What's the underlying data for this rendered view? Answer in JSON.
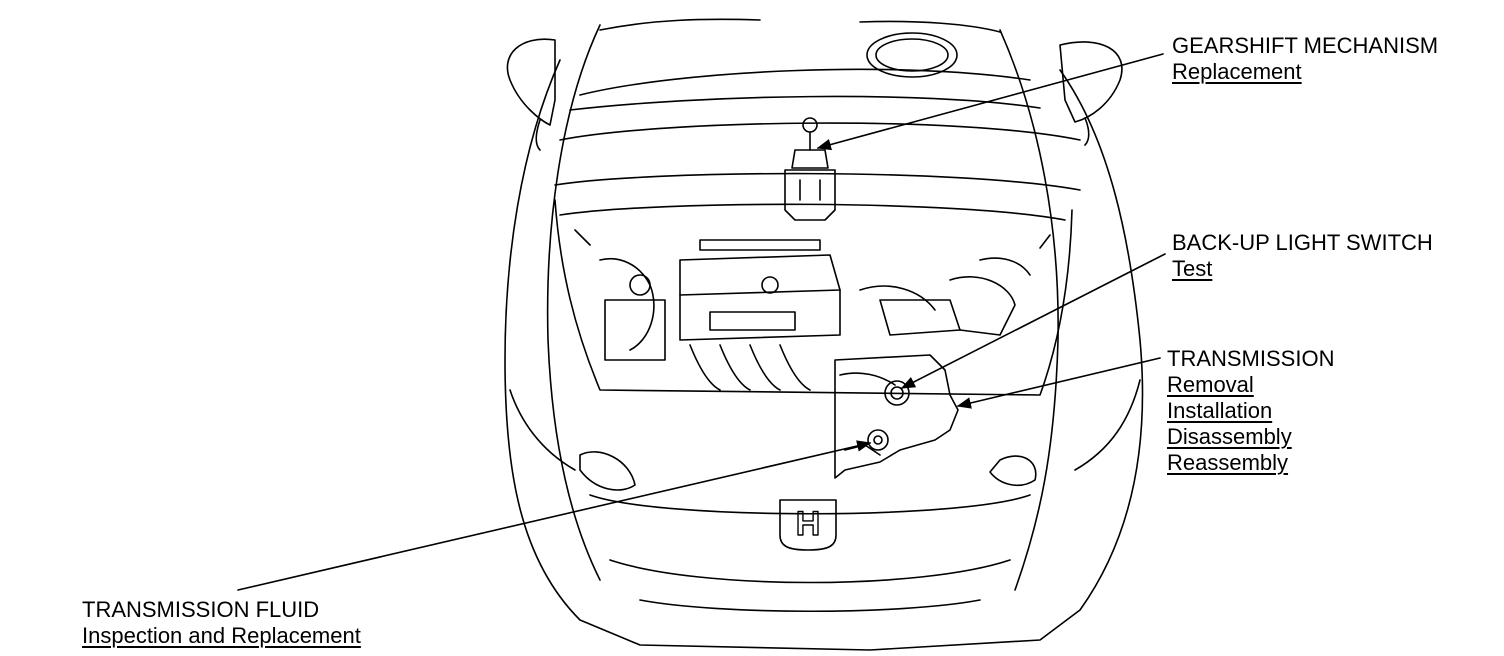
{
  "callouts": {
    "gearshift": {
      "title": "GEARSHIFT MECHANISM",
      "links": [
        "Replacement"
      ]
    },
    "backup_switch": {
      "title": "BACK-UP LIGHT SWITCH",
      "links": [
        "Test"
      ]
    },
    "transmission": {
      "title": "TRANSMISSION",
      "links": [
        "Removal",
        "Installation",
        "Disassembly",
        "Reassembly"
      ]
    },
    "fluid": {
      "title": "TRANSMISSION FLUID",
      "links": [
        "Inspection and Replacement"
      ]
    }
  },
  "emblem": {
    "letter": "H"
  },
  "colors": {
    "line": "#000000",
    "background": "#ffffff"
  }
}
